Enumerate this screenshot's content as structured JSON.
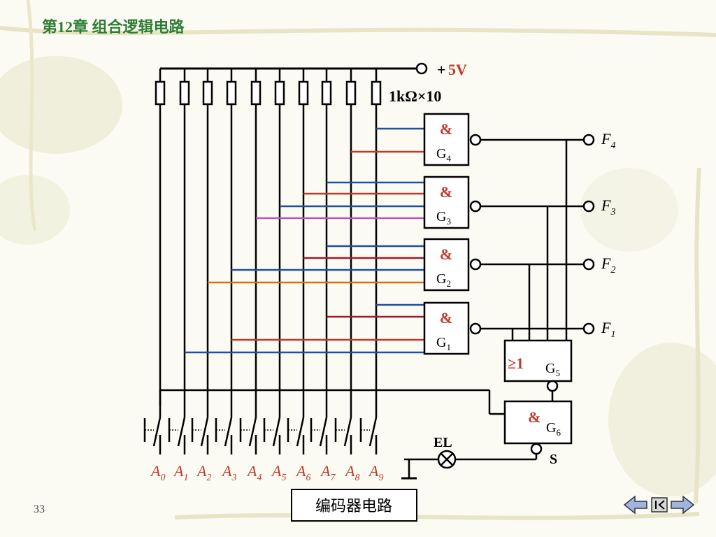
{
  "header": {
    "title": "第12章    组合逻辑电路"
  },
  "supply": {
    "plus": "+",
    "voltage": "5V",
    "resistor_note": "1kΩ×10"
  },
  "gates": {
    "g4": {
      "symbol": "&",
      "name": "G",
      "sub": "4"
    },
    "g3": {
      "symbol": "&",
      "name": "G",
      "sub": "3"
    },
    "g2": {
      "symbol": "&",
      "name": "G",
      "sub": "2"
    },
    "g1": {
      "symbol": "&",
      "name": "G",
      "sub": "1"
    },
    "g5": {
      "symbol": "≥1",
      "name": "G",
      "sub": "5"
    },
    "g6": {
      "symbol": "&",
      "name": "G",
      "sub": "6"
    }
  },
  "outputs": [
    {
      "name": "F",
      "sub": "4"
    },
    {
      "name": "F",
      "sub": "3"
    },
    {
      "name": "F",
      "sub": "2"
    },
    {
      "name": "F",
      "sub": "1"
    }
  ],
  "inputs": [
    {
      "name": "A",
      "sub": "0"
    },
    {
      "name": "A",
      "sub": "1"
    },
    {
      "name": "A",
      "sub": "2"
    },
    {
      "name": "A",
      "sub": "3"
    },
    {
      "name": "A",
      "sub": "4"
    },
    {
      "name": "A",
      "sub": "5"
    },
    {
      "name": "A",
      "sub": "6"
    },
    {
      "name": "A",
      "sub": "7"
    },
    {
      "name": "A",
      "sub": "8"
    },
    {
      "name": "A",
      "sub": "9"
    }
  ],
  "lamp": {
    "label": "EL"
  },
  "s_label": "S",
  "caption": "编码器电路",
  "page_number": "33",
  "colors": {
    "title": "#2e7d32",
    "red": "#c0392b",
    "blue": "#1f4fa0",
    "darkred": "#9b1b30",
    "magenta": "#c04fc0",
    "orange": "#d0701a"
  },
  "nav": {
    "prev_icon": "arrow-left-icon",
    "home_icon": "home-icon",
    "next_icon": "arrow-right-icon"
  }
}
